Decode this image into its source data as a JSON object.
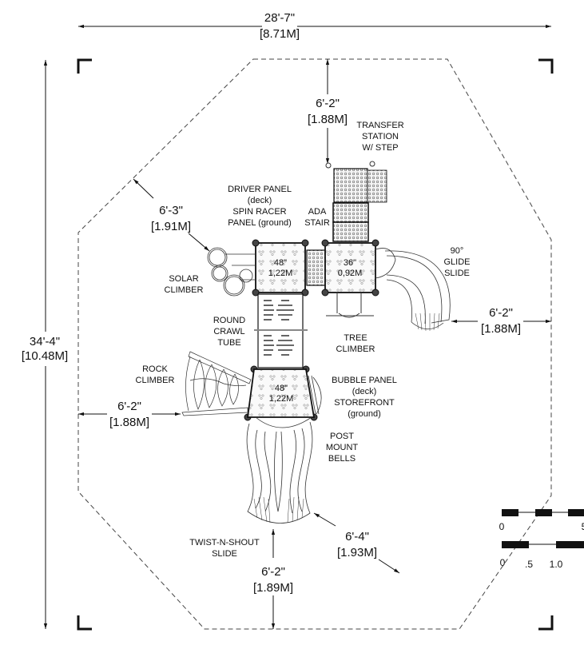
{
  "title": "Playground site plan with use zone dimensions",
  "dimensions": {
    "overall_width": {
      "imperial": "28'-7\"",
      "metric": "[8.71M]"
    },
    "overall_length": {
      "imperial": "34'-4\"",
      "metric": "[10.48M]"
    },
    "top_clearance": {
      "imperial": "6'-2\"",
      "metric": "[1.88M]"
    },
    "upper_left_clearance": {
      "imperial": "6'-3\"",
      "metric": "[1.91M]"
    },
    "right_clearance": {
      "imperial": "6'-2\"",
      "metric": "[1.88M]"
    },
    "left_clearance": {
      "imperial": "6'-2\"",
      "metric": "[1.88M]"
    },
    "lower_right_clearance": {
      "imperial": "6'-4\"",
      "metric": "[1.93M]"
    },
    "bottom_clearance": {
      "imperial": "6'-2\"",
      "metric": "[1.89M]"
    }
  },
  "decks": [
    {
      "name": "upper-left-deck",
      "height_in": "48\"",
      "height_m": "1,22M"
    },
    {
      "name": "upper-right-deck",
      "height_in": "36\"",
      "height_m": "0,92M"
    },
    {
      "name": "lower-deck",
      "height_in": "48\"",
      "height_m": "1,22M"
    }
  ],
  "labels": {
    "transfer_station": [
      "TRANSFER",
      "STATION",
      "W/ STEP"
    ],
    "driver_panel": [
      "DRIVER PANEL",
      "(deck)",
      "SPIN RACER",
      "PANEL (ground)"
    ],
    "ada_stair": [
      "ADA",
      "STAIR"
    ],
    "solar_climber": [
      "SOLAR",
      "CLIMBER"
    ],
    "glide_slide": [
      "90°",
      "GLIDE",
      "SLIDE"
    ],
    "round_crawl_tube": [
      "ROUND",
      "CRAWL",
      "TUBE"
    ],
    "tree_climber": [
      "TREE",
      "CLIMBER"
    ],
    "rock_climber": [
      "ROCK",
      "CLIMBER"
    ],
    "bubble_panel": [
      "BUBBLE PANEL",
      "(deck)",
      "STOREFRONT",
      "(ground)"
    ],
    "post_mount_bells": [
      "POST",
      "MOUNT",
      "BELLS"
    ],
    "twist_slide": [
      "TWIST-N-SHOUT",
      "SLIDE"
    ]
  },
  "scale_bars": {
    "feet": {
      "ticks": [
        "0",
        "5"
      ]
    },
    "meters": {
      "ticks": [
        "0",
        ".5",
        "1.0"
      ]
    }
  }
}
